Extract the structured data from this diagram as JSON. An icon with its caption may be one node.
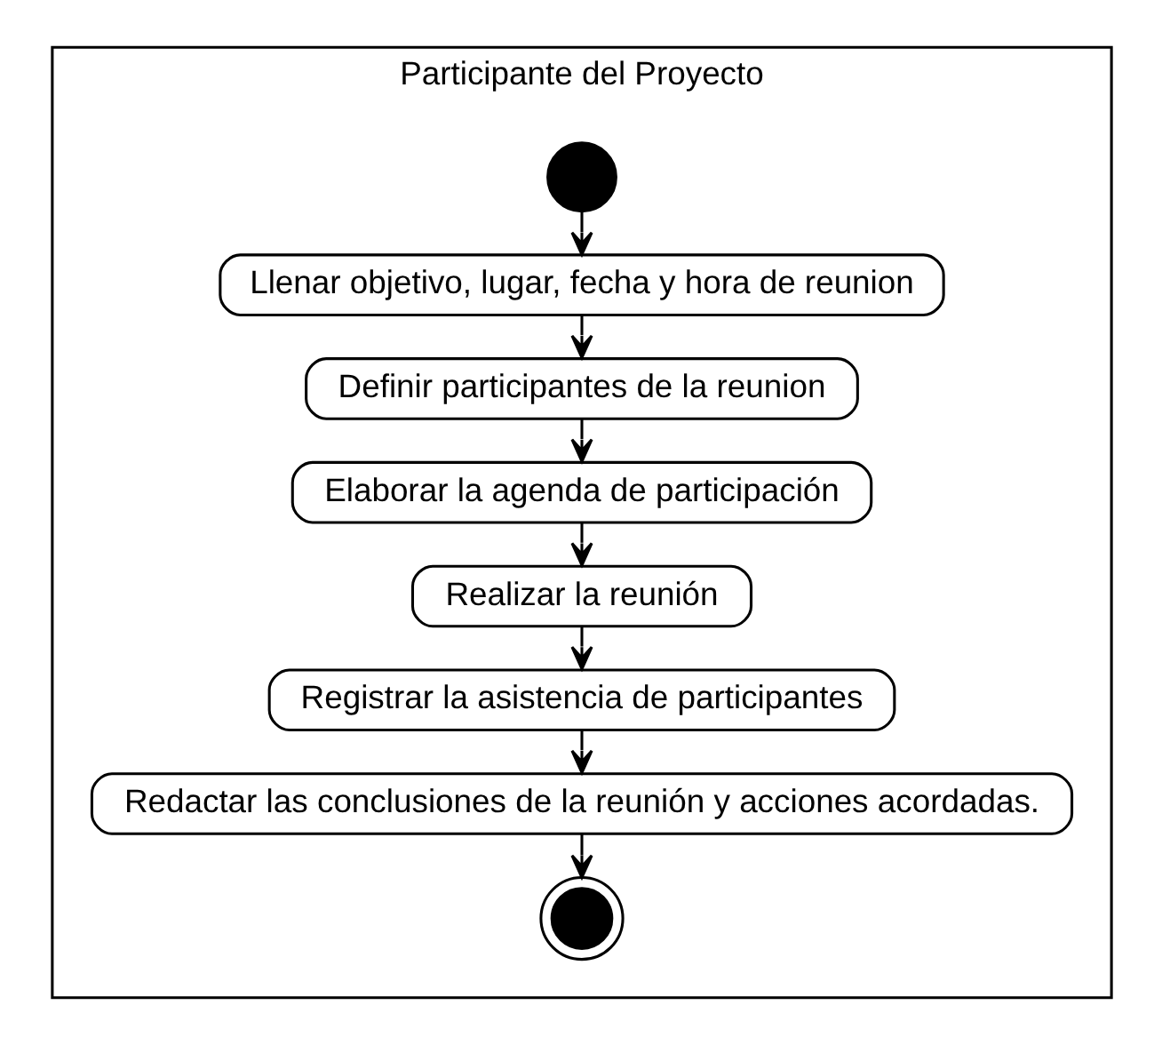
{
  "diagram": {
    "nodes": [
      {
        "text": [
          "Participante del Proyecto"
        ]
      },
      {
        "text": [],
        "shape": "circle",
        "in": 0
      },
      {
        "text": [
          "Llenar objetivo, lugar, fecha y hora de reunion"
        ],
        "in": 0
      },
      {
        "text": [
          "Definir participantes de la reunion"
        ],
        "in": 0
      },
      {
        "text": [
          "Elaborar la agenda de participación"
        ],
        "in": 0
      },
      {
        "text": [
          "Realizar la reunión"
        ],
        "in": 0
      },
      {
        "text": [
          "Registrar la asistencia de participantes"
        ],
        "in": 0
      },
      {
        "text": [
          "Redactar las conclusiones de la reunión y acciones acordadas."
        ],
        "in": 0
      },
      {
        "text": [],
        "shape": "bullseye",
        "in": 0
      }
    ],
    "edges": [
      {
        "from": 1,
        "to": 2,
        "arrow": "to"
      },
      {
        "from": 2,
        "to": 3,
        "arrow": "to"
      },
      {
        "from": 3,
        "to": 4,
        "arrow": "to"
      },
      {
        "from": 4,
        "to": 5,
        "arrow": "to"
      },
      {
        "from": 5,
        "to": 6,
        "arrow": "to"
      },
      {
        "from": 6,
        "to": 7,
        "arrow": "to"
      },
      {
        "from": 7,
        "to": 8,
        "arrow": "to"
      }
    ]
  }
}
